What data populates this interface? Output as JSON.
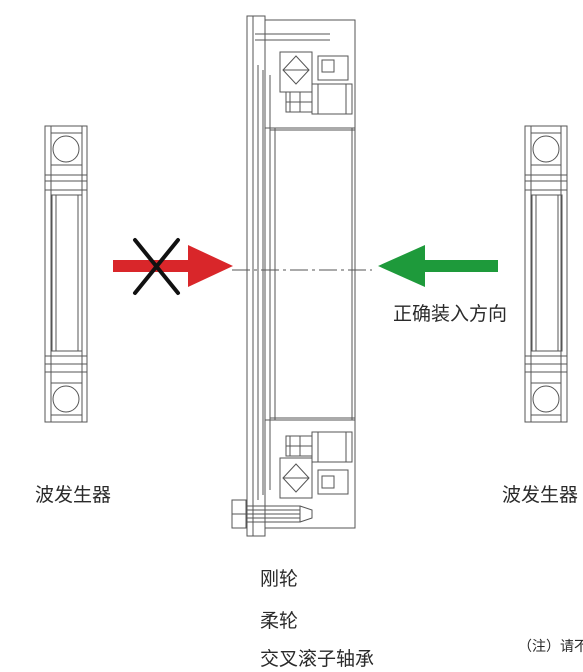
{
  "labels": {
    "wave_generator_left": "波发生器",
    "wave_generator_right": "波发生器",
    "correct_direction": "正确装入方向",
    "circular_spline": "刚轮",
    "flexspline": "柔轮",
    "cross_roller_bearing": "交叉滚子轴承",
    "note": "（注）请不"
  },
  "colors": {
    "wrong_arrow": "#d9262a",
    "correct_arrow": "#1e9a3b",
    "cross_mark": "#111111",
    "line": "#555555"
  },
  "icons": {
    "wrong_arrow": "red-arrow-right-icon",
    "cross_mark": "x-mark-icon",
    "correct_arrow": "green-arrow-left-icon"
  }
}
